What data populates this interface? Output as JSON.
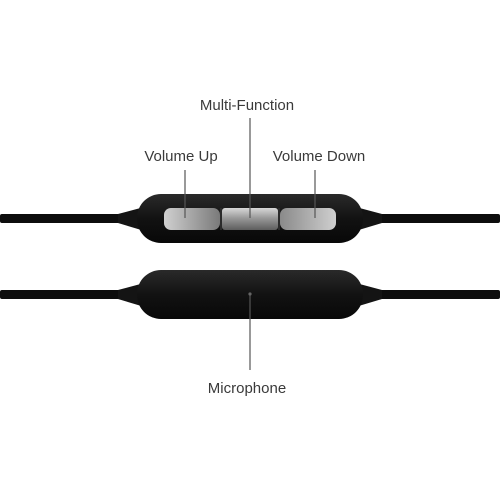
{
  "labels": {
    "multi_function": "Multi-Function",
    "volume_up": "Volume Up",
    "volume_down": "Volume Down",
    "microphone": "Microphone"
  },
  "colors": {
    "cable": "#0d0d0d",
    "housing": "#141414",
    "button_light": "#c9c9c9",
    "button_dark": "#6e6e6e",
    "leader_line": "#555555",
    "label_text": "#3a3a3a"
  }
}
